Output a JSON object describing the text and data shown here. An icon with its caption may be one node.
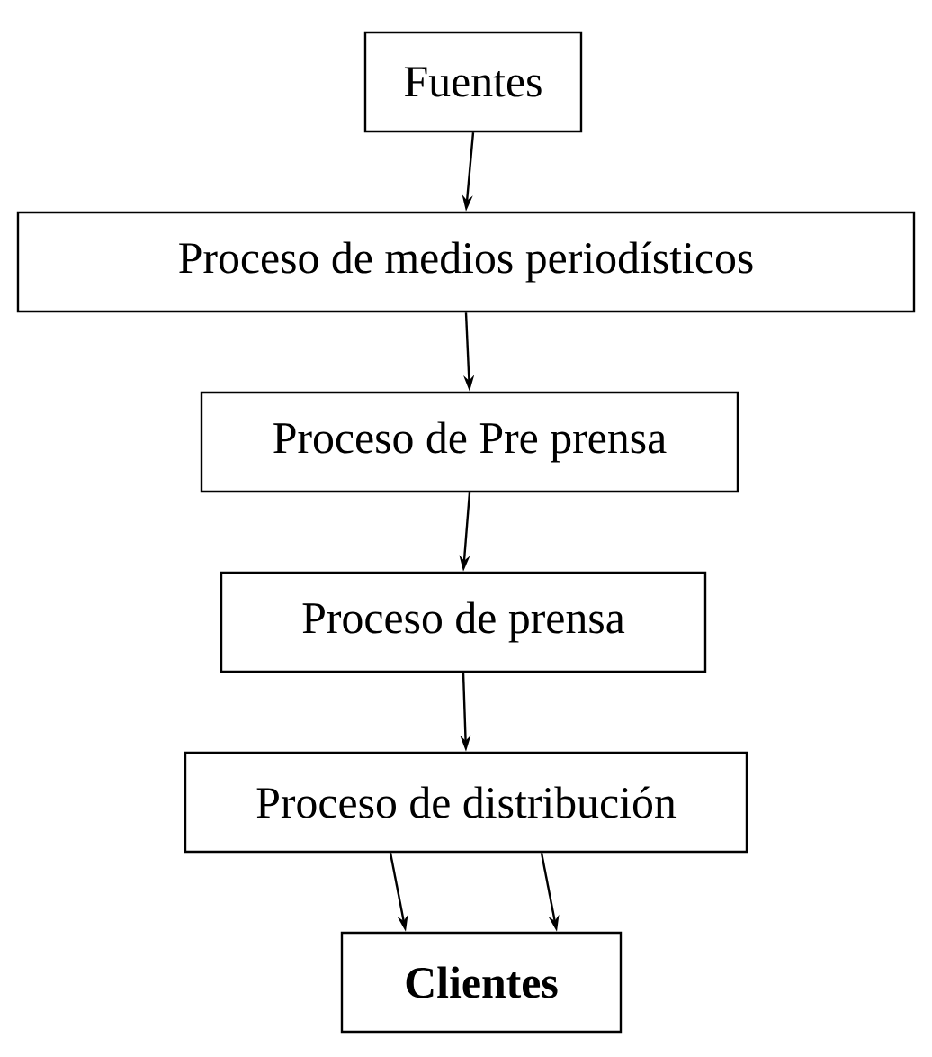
{
  "diagram": {
    "nodes": [
      {
        "text": [
          "Fuentes"
        ]
      },
      {
        "text": [
          "Proceso de medios periodísticos"
        ]
      },
      {
        "text": [
          "Proceso de Pre prensa"
        ]
      },
      {
        "text": [
          "Proceso de prensa"
        ]
      },
      {
        "text": [
          "Proceso de distribución"
        ]
      },
      {
        "text": [
          "**Clientes**"
        ]
      }
    ],
    "edges": [
      {
        "from": 0,
        "to": 1,
        "arrow": "to"
      },
      {
        "from": 1,
        "to": 2,
        "arrow": "to"
      },
      {
        "from": 2,
        "to": 3,
        "arrow": "to"
      },
      {
        "from": 3,
        "to": 4,
        "arrow": "to"
      },
      {
        "from": 4,
        "to": 5,
        "arrow": "to"
      },
      {
        "from": 4,
        "to": 5,
        "arrow": "to"
      }
    ]
  }
}
